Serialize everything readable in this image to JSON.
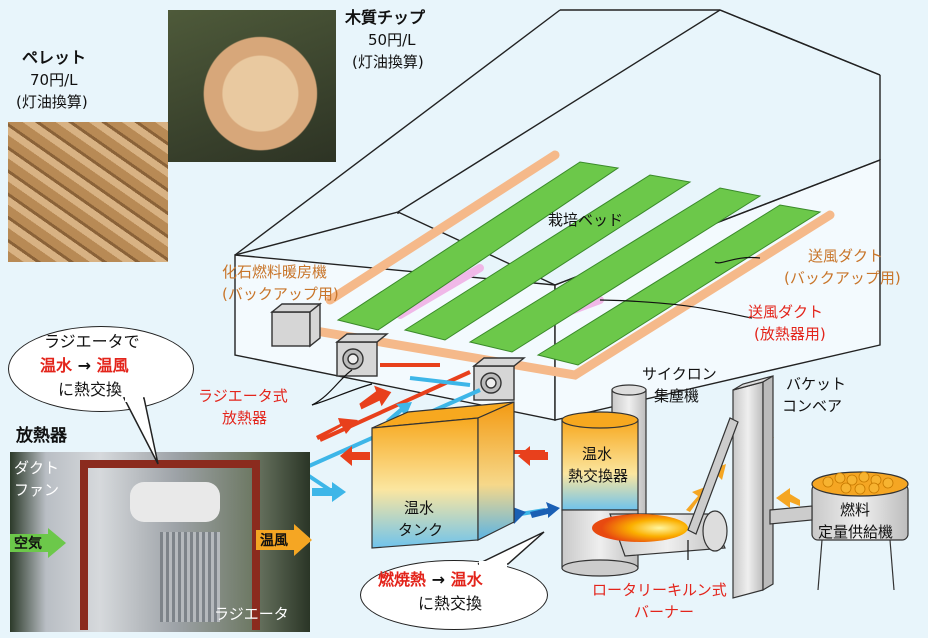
{
  "pellet": {
    "title": "ペレット",
    "price": "70円/L",
    "note": "(灯油換算)"
  },
  "wood_chip": {
    "title": "木質チップ",
    "price": "50円/L",
    "note": "(灯油換算)"
  },
  "bed_label": "栽培ベッド",
  "fossil_heater": {
    "line1": "化石燃料暖房機",
    "line2": "(バックアップ用)"
  },
  "backup_duct": {
    "line1": "送風ダクト",
    "line2": "(バックアップ用)"
  },
  "radiator_duct": {
    "line1": "送風ダクト",
    "line2": "(放熱器用)"
  },
  "radiator_type": {
    "line1": "ラジエータ式",
    "line2": "放熱器"
  },
  "bubble_top": {
    "line1": "ラジエータで",
    "line2a": "温水",
    "arrow": "→",
    "line2b": "温風",
    "line3": "に熱交換"
  },
  "bubble_bottom": {
    "line1a": "燃焼熱",
    "arrow": "→",
    "line1b": "温水",
    "line2": "に熱交換"
  },
  "radiator_section": {
    "title": "放熱器",
    "duct_fan_1": "ダクト",
    "duct_fan_2": "ファン",
    "air": "空気",
    "warm_air": "温風",
    "radiator": "ラジエータ"
  },
  "tank": {
    "line1": "温水",
    "line2": "タンク"
  },
  "hx": {
    "line1": "温水",
    "line2": "熱交換器"
  },
  "cyclone": {
    "line1": "サイクロン",
    "line2": "集塵機"
  },
  "bucket": {
    "line1": "バケット",
    "line2": "コンベア"
  },
  "feeder": {
    "line1": "燃料",
    "line2": "定量供給機"
  },
  "burner": {
    "line1": "ロータリーキルン式",
    "line2": "バーナー"
  },
  "colors": {
    "background": "#e8f5fb",
    "hot": "#e8401c",
    "cold": "#3db6e8",
    "bed": "#6cc84a",
    "duct_backup": "#f5b98a",
    "duct_radiator": "#f0b8e8",
    "accent_text": "#c8752a",
    "red_text": "#e3241b"
  }
}
